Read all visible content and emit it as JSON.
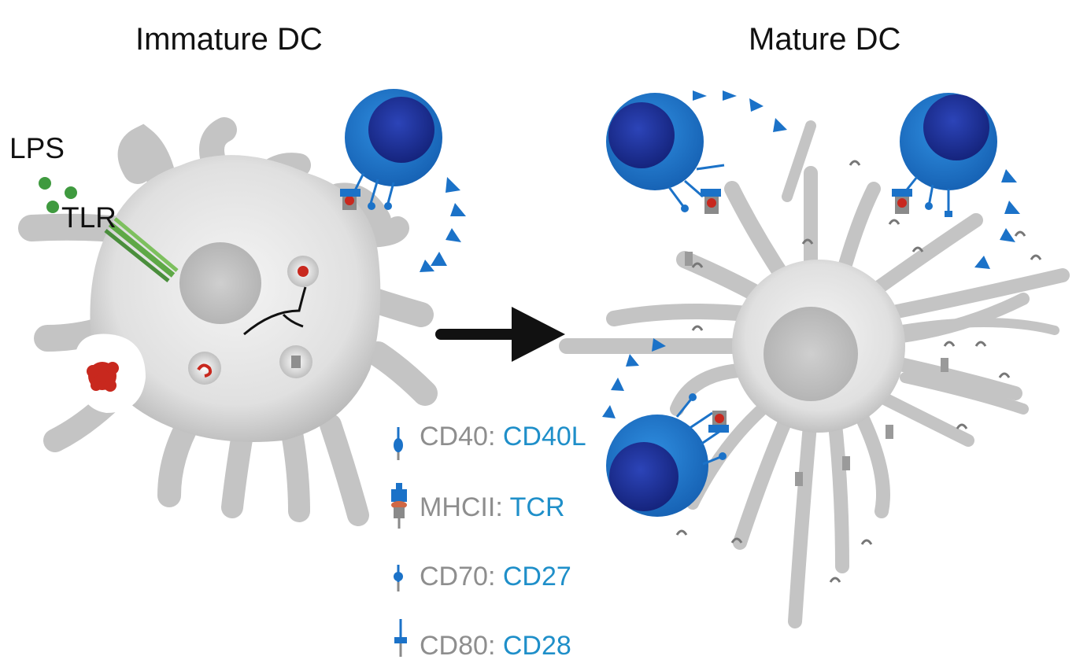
{
  "titles": {
    "immature": "Immature DC",
    "mature": "Mature DC"
  },
  "labels": {
    "lps": "LPS",
    "tlr": "TLR"
  },
  "legend": [
    {
      "molecule": "CD40",
      "separator": ":",
      "partner": "CD40L",
      "icon": "cd40-receptor-icon"
    },
    {
      "molecule": "MHCII",
      "separator": ":",
      "partner": "TCR",
      "icon": "mhcii-tcr-icon"
    },
    {
      "molecule": "CD70",
      "separator": ":",
      "partner": "CD27",
      "icon": "cd70-receptor-icon"
    },
    {
      "molecule": "CD80",
      "separator": ":",
      "partner": "CD28",
      "icon": "cd80-receptor-icon"
    }
  ],
  "colors": {
    "cell_body": "#cfcfcf",
    "cell_nucleus": "#bcbcbc",
    "t_cell": "#1b72c8",
    "t_cell_nucleus": "#1d2f9a",
    "lps": "#3f9a3f",
    "tlr": "#5ea846",
    "antigen": "#c8281e",
    "legend_molecule": "#8e8e8e",
    "legend_partner": "#1f8fc9",
    "arrow": "#111111"
  }
}
